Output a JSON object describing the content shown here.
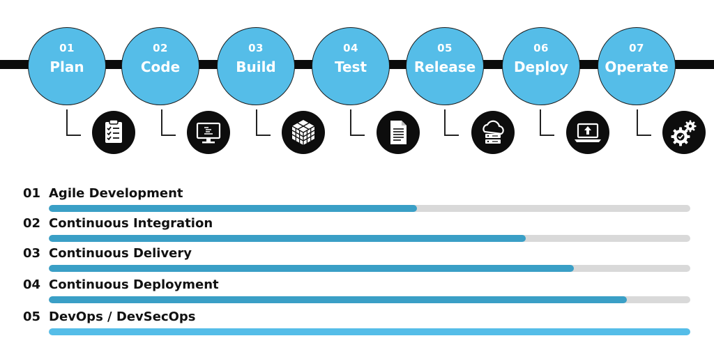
{
  "stages": [
    {
      "num": "01",
      "name": "Plan",
      "icon": "clipboard-checklist-icon"
    },
    {
      "num": "02",
      "name": "Code",
      "icon": "monitor-code-icon"
    },
    {
      "num": "03",
      "name": "Build",
      "icon": "cube-blocks-icon"
    },
    {
      "num": "04",
      "name": "Test",
      "icon": "document-icon"
    },
    {
      "num": "05",
      "name": "Release",
      "icon": "cloud-server-icon"
    },
    {
      "num": "06",
      "name": "Deploy",
      "icon": "laptop-upload-icon"
    },
    {
      "num": "07",
      "name": "Operate",
      "icon": "gears-check-icon"
    }
  ],
  "progress": [
    {
      "num": "01",
      "label": "Agile Development",
      "fraction": 0.574
    },
    {
      "num": "02",
      "label": "Continuous Integration",
      "fraction": 0.743
    },
    {
      "num": "03",
      "label": "Continuous Delivery",
      "fraction": 0.818
    },
    {
      "num": "04",
      "label": "Continuous Deployment",
      "fraction": 0.901
    },
    {
      "num": "05",
      "label": "DevOps / DevSecOps",
      "fraction": 1.0
    }
  ],
  "colors": {
    "stage_fill": "#55bde8",
    "bar_fill": "#3a9fc6",
    "bar_fill_full": "#55bde8",
    "bar_track": "#d9d9d9",
    "line": "#0b0b0b"
  }
}
